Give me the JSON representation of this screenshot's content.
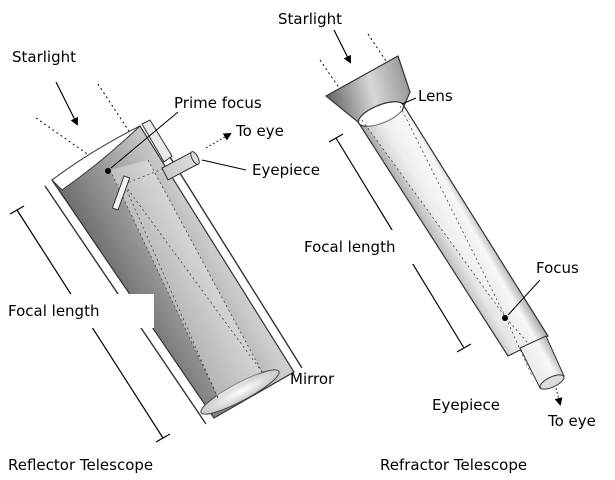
{
  "reflector": {
    "starlight_label": "Starlight",
    "prime_focus_label": "Prime focus",
    "to_eye_label": "To eye",
    "eyepiece_label": "Eyepiece",
    "focal_length_label": "Focal length",
    "mirror_label": "Mirror",
    "caption": "Reflector Telescope"
  },
  "refractor": {
    "starlight_label": "Starlight",
    "lens_label": "Lens",
    "focal_length_label": "Focal length",
    "focus_label": "Focus",
    "eyepiece_label": "Eyepiece",
    "to_eye_label": "To eye",
    "caption": "Refractor Telescope"
  },
  "colors": {
    "ink": "#000000",
    "tube_dark": "#7a7a7a",
    "tube_light": "#f4f4f4",
    "background": "#ffffff"
  }
}
